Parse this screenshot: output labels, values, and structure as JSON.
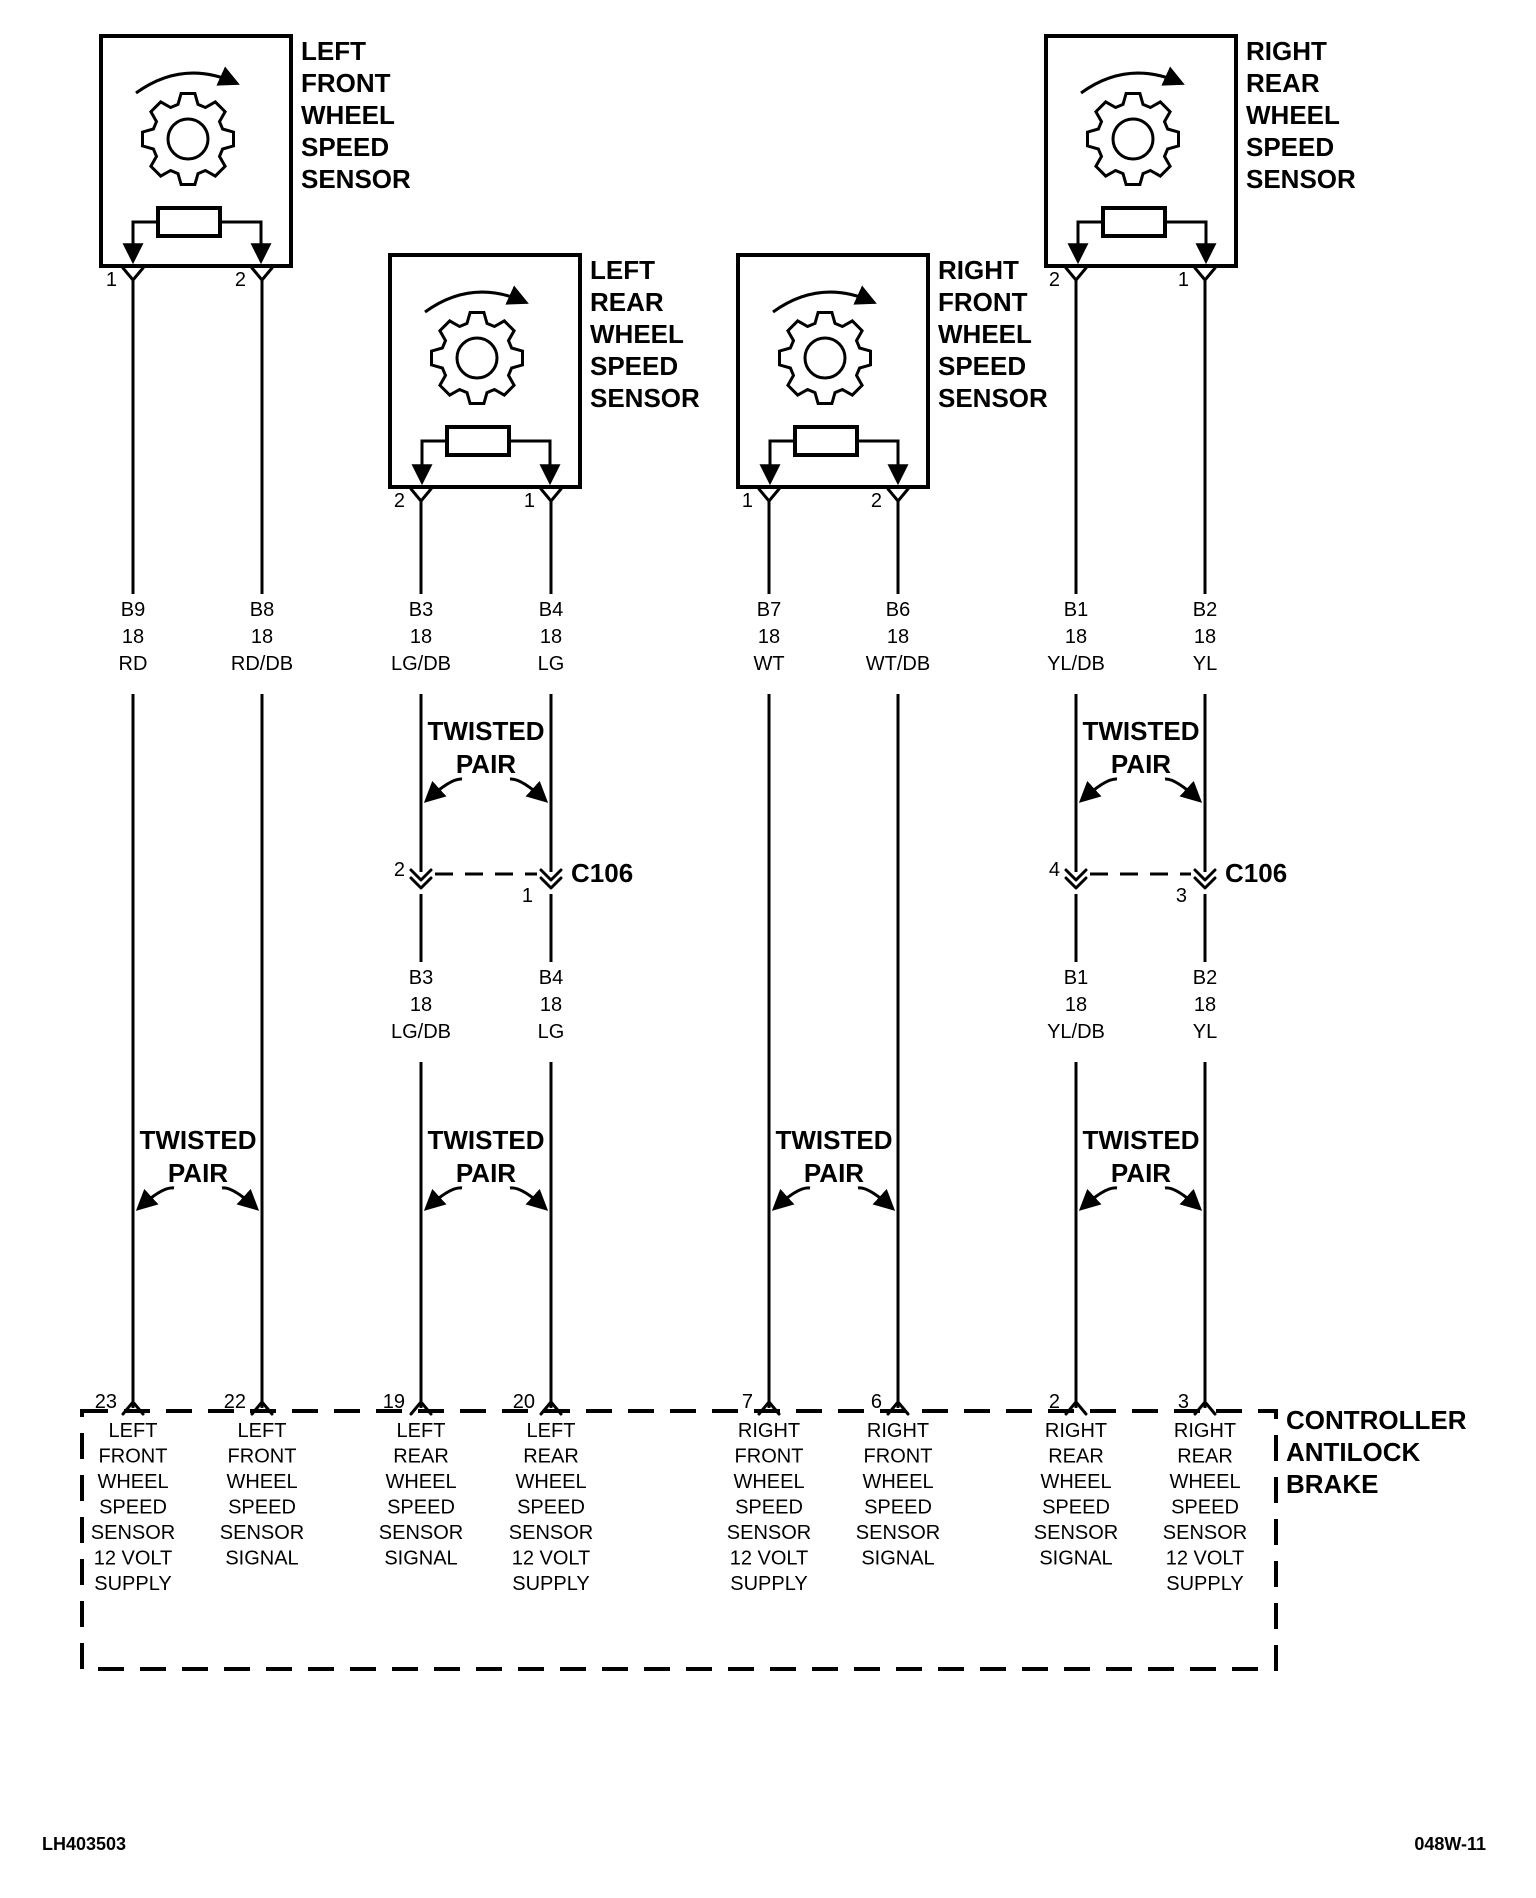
{
  "sensors": [
    {
      "label": [
        "LEFT",
        "FRONT",
        "WHEEL",
        "SPEED",
        "SENSOR"
      ],
      "pins": [
        "1",
        "2"
      ]
    },
    {
      "label": [
        "LEFT",
        "REAR",
        "WHEEL",
        "SPEED",
        "SENSOR"
      ],
      "pins": [
        "2",
        "1"
      ]
    },
    {
      "label": [
        "RIGHT",
        "FRONT",
        "WHEEL",
        "SPEED",
        "SENSOR"
      ],
      "pins": [
        "1",
        "2"
      ]
    },
    {
      "label": [
        "RIGHT",
        "REAR",
        "WHEEL",
        "SPEED",
        "SENSOR"
      ],
      "pins": [
        "2",
        "1"
      ]
    }
  ],
  "wires": [
    {
      "circuit": "B9",
      "gauge": "18",
      "color": "RD",
      "ctrl_pin": "23",
      "ctrl_label": [
        "LEFT",
        "FRONT",
        "WHEEL",
        "SPEED",
        "SENSOR",
        "12 VOLT",
        "SUPPLY"
      ]
    },
    {
      "circuit": "B8",
      "gauge": "18",
      "color": "RD/DB",
      "ctrl_pin": "22",
      "ctrl_label": [
        "LEFT",
        "FRONT",
        "WHEEL",
        "SPEED",
        "SENSOR",
        "SIGNAL"
      ]
    },
    {
      "circuit": "B3",
      "gauge": "18",
      "color": "LG/DB",
      "ctrl_pin": "19",
      "ctrl_label": [
        "LEFT",
        "REAR",
        "WHEEL",
        "SPEED",
        "SENSOR",
        "SIGNAL"
      ],
      "conn_pin": "2",
      "lower": {
        "circuit": "B3",
        "gauge": "18",
        "color": "LG/DB"
      }
    },
    {
      "circuit": "B4",
      "gauge": "18",
      "color": "LG",
      "ctrl_pin": "20",
      "ctrl_label": [
        "LEFT",
        "REAR",
        "WHEEL",
        "SPEED",
        "SENSOR",
        "12 VOLT",
        "SUPPLY"
      ],
      "conn_pin": "1",
      "lower": {
        "circuit": "B4",
        "gauge": "18",
        "color": "LG"
      }
    },
    {
      "circuit": "B7",
      "gauge": "18",
      "color": "WT",
      "ctrl_pin": "7",
      "ctrl_label": [
        "RIGHT",
        "FRONT",
        "WHEEL",
        "SPEED",
        "SENSOR",
        "12 VOLT",
        "SUPPLY"
      ]
    },
    {
      "circuit": "B6",
      "gauge": "18",
      "color": "WT/DB",
      "ctrl_pin": "6",
      "ctrl_label": [
        "RIGHT",
        "FRONT",
        "WHEEL",
        "SPEED",
        "SENSOR",
        "SIGNAL"
      ]
    },
    {
      "circuit": "B1",
      "gauge": "18",
      "color": "YL/DB",
      "ctrl_pin": "2",
      "ctrl_label": [
        "RIGHT",
        "REAR",
        "WHEEL",
        "SPEED",
        "SENSOR",
        "SIGNAL"
      ],
      "conn_pin": "4",
      "lower": {
        "circuit": "B1",
        "gauge": "18",
        "color": "YL/DB"
      }
    },
    {
      "circuit": "B2",
      "gauge": "18",
      "color": "YL",
      "ctrl_pin": "3",
      "ctrl_label": [
        "RIGHT",
        "REAR",
        "WHEEL",
        "SPEED",
        "SENSOR",
        "12 VOLT",
        "SUPPLY"
      ],
      "conn_pin": "3",
      "lower": {
        "circuit": "B2",
        "gauge": "18",
        "color": "YL"
      }
    }
  ],
  "twisted_pair": [
    "TWISTED",
    "PAIR"
  ],
  "connector_name": "C106",
  "controller": [
    "CONTROLLER",
    "ANTILOCK",
    "BRAKE"
  ],
  "footer": {
    "left": "LH403503",
    "right": "048W-11"
  }
}
